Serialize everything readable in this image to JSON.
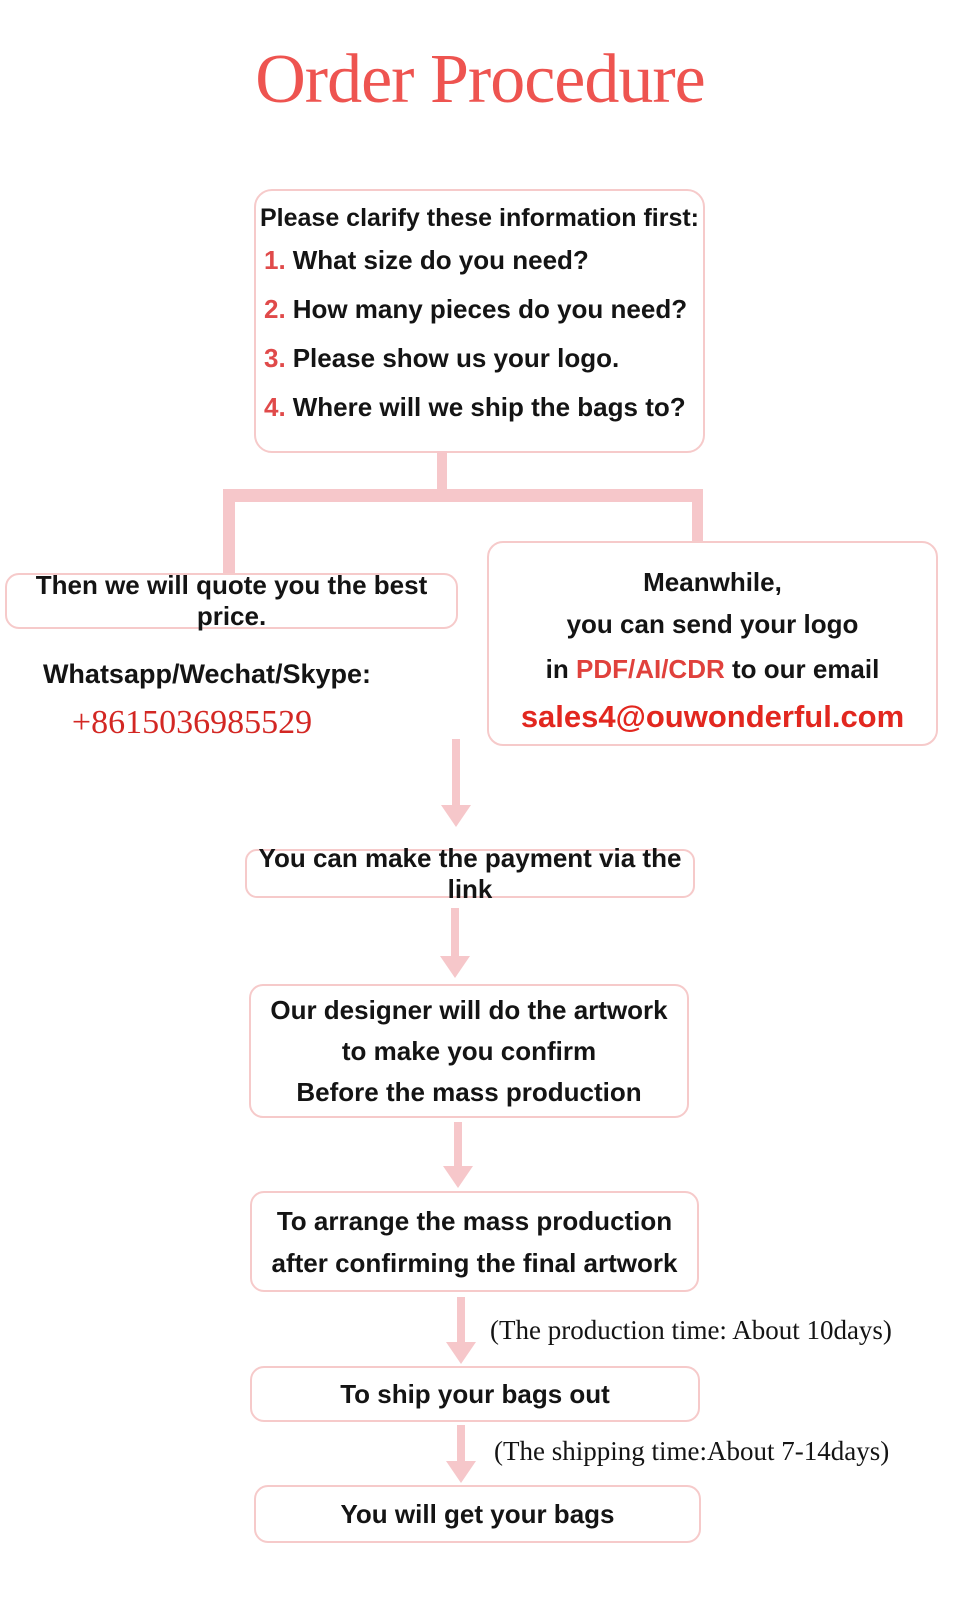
{
  "page": {
    "title": "Order Procedure",
    "background": "#ffffff"
  },
  "colors": {
    "title_red": "#ee5450",
    "number_red": "#e04a4a",
    "formats_red": "#e0413c",
    "email_red": "#e2271f",
    "phone_red": "#d32723",
    "connector_pink": "#f6c7ca",
    "box_border_pink": "#f6caca",
    "text_black": "#141414"
  },
  "clarify_box": {
    "heading": "Please clarify these information first:",
    "items": [
      {
        "num": "1.",
        "text": "What size do you need?"
      },
      {
        "num": "2.",
        "text": "How many pieces do you need?"
      },
      {
        "num": "3.",
        "text": "Please show us your logo."
      },
      {
        "num": "4.",
        "text": "Where will we ship the bags to?"
      }
    ]
  },
  "quote_box": {
    "text": "Then we will quote you the best price."
  },
  "contact": {
    "label": "Whatsapp/Wechat/Skype:",
    "phone": "+8615036985529"
  },
  "logo_box": {
    "line1": "Meanwhile,",
    "line2": "you can send your logo",
    "line3_prefix": "in ",
    "line3_formats": "PDF/AI/CDR",
    "line3_suffix": " to our email",
    "email": "sales4@ouwonderful.com"
  },
  "payment_box": {
    "text": "You can make the payment via the link"
  },
  "artwork_box": {
    "line1": "Our designer will do the artwork",
    "line2": "to make you confirm",
    "line3": "Before the mass production"
  },
  "production_box": {
    "line1": "To arrange the mass production",
    "line2": "after confirming the final artwork"
  },
  "notes": {
    "production_time": "(The production time: About 10days)",
    "shipping_time": "(The shipping time:About 7-14days)"
  },
  "ship_box": {
    "text": "To ship your bags out"
  },
  "receive_box": {
    "text": "You will get your bags"
  }
}
